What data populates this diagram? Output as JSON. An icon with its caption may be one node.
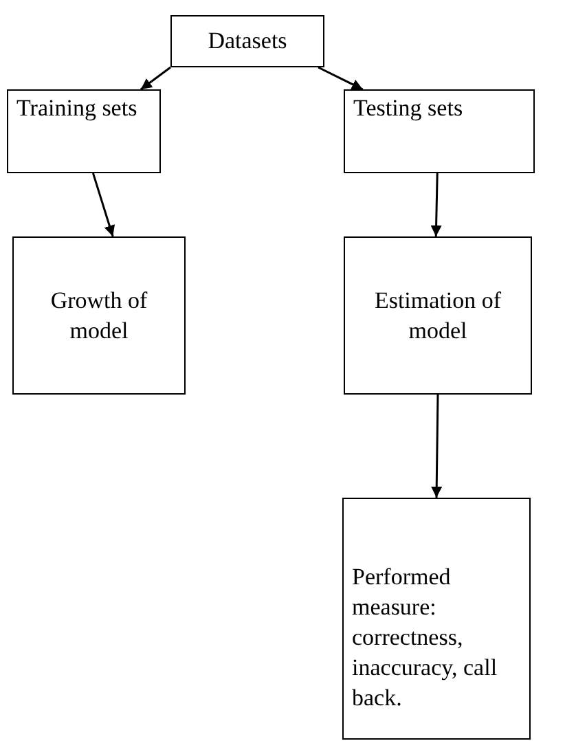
{
  "diagram": {
    "nodes": [
      {
        "text": [
          "Datasets"
        ]
      },
      {
        "text": [
          "Training sets"
        ]
      },
      {
        "text": [
          "Testing sets"
        ]
      },
      {
        "text": [
          "Growth of model"
        ]
      },
      {
        "text": [
          "Estimation of model"
        ]
      },
      {
        "text": [
          "Performed measure: correctness, inaccuracy, call back."
        ]
      }
    ],
    "edges": [
      {
        "from": 0,
        "to": 1,
        "arrow": "to"
      },
      {
        "from": 0,
        "to": 2,
        "arrow": "to"
      },
      {
        "from": 1,
        "to": 3,
        "arrow": "to"
      },
      {
        "from": 2,
        "to": 4,
        "arrow": "to"
      },
      {
        "from": 4,
        "to": 5,
        "arrow": "to"
      }
    ]
  }
}
